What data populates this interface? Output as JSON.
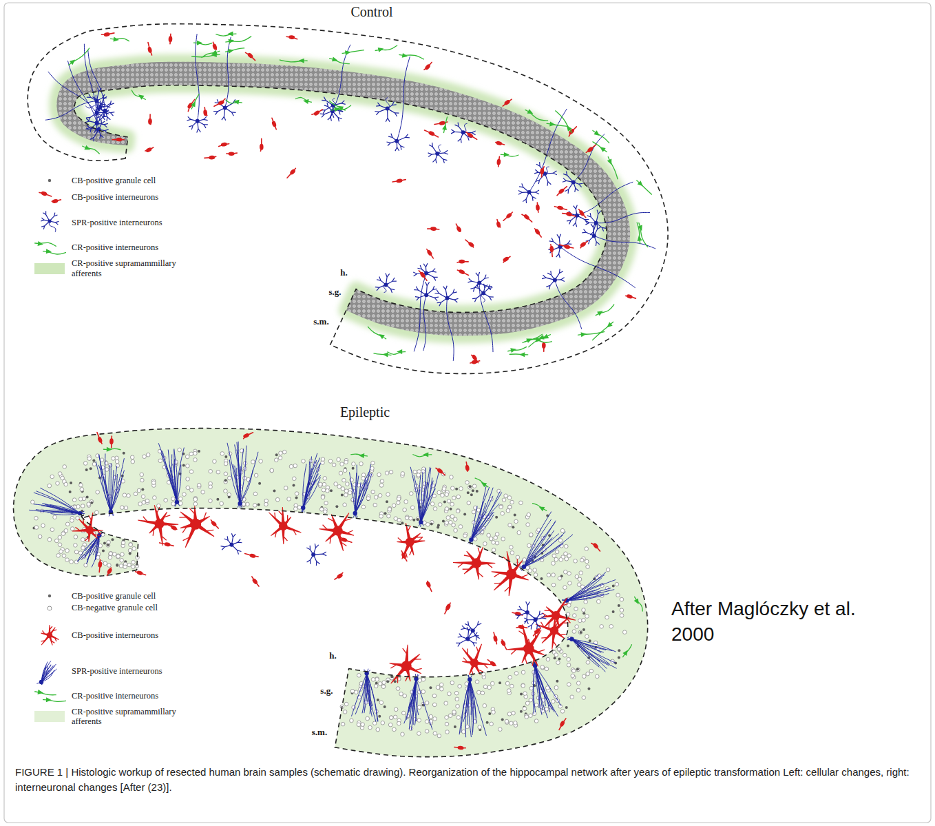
{
  "diagram": {
    "caption": "FIGURE 1 | Histologic workup of resected human brain samples (schematic drawing). Reorganization of the hippocampal network after years of epileptic transformation Left: cellular changes, right: interneuronal changes [After (23)].",
    "labels": [
      "Control",
      "h.",
      "s.g.",
      "s.m.",
      "Epileptic",
      "h.",
      "s.g.",
      "s.m.",
      "After Maglóczky et al. 2000"
    ],
    "legend": [
      {
        "text": "CB-positive granule cell"
      },
      {
        "text": "CB-positive interneurons"
      },
      {
        "text": "SPR-positive interneurons"
      },
      {
        "text": "CR-positive interneurons"
      },
      {
        "text": "CR-positive supramammillary afferents",
        "color": "#cfe7bb"
      },
      {
        "text": "CB-positive granule cell"
      },
      {
        "text": "CB-negative granule cell"
      },
      {
        "text": "CB-positive interneurons"
      },
      {
        "text": "SPR-positive interneurons"
      },
      {
        "text": "CR-positive interneurons"
      },
      {
        "text": "CR-positive supramammillary afferents",
        "color": "#e2f0d6"
      }
    ]
  }
}
